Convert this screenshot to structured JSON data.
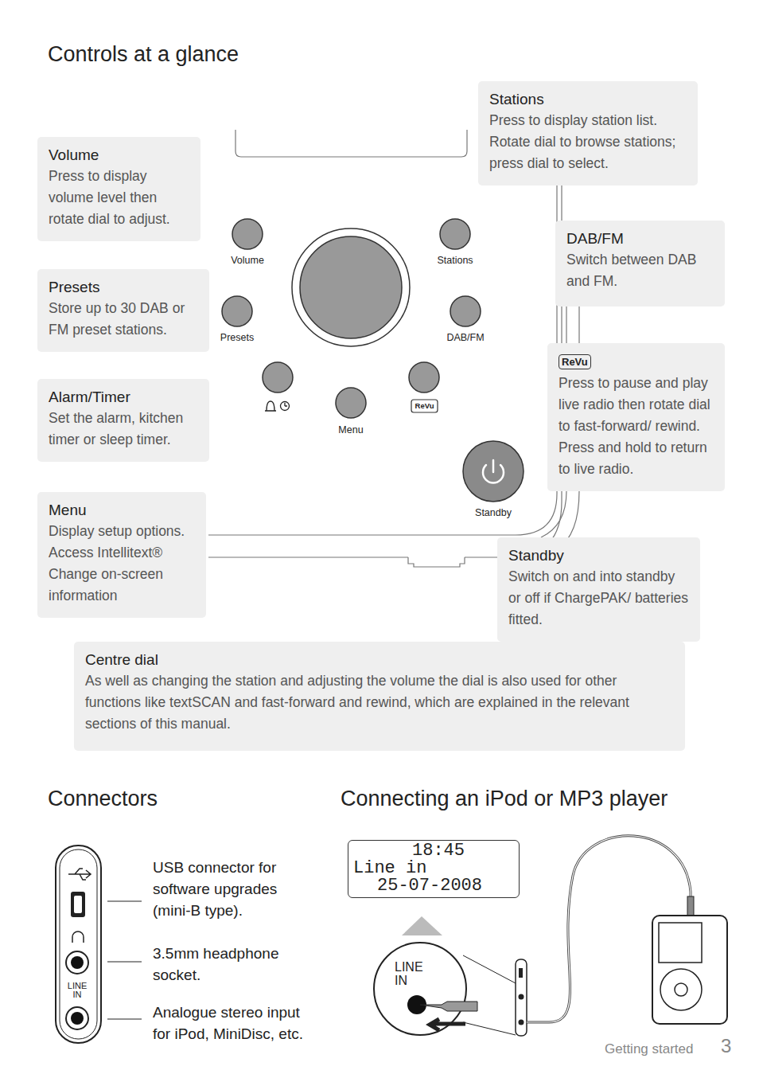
{
  "diagram": {
    "title": "Controls at a glance",
    "nodes": [
      {
        "text": [
          "Volume",
          "Press to display volume level then rotate dial to adjust."
        ]
      },
      {
        "text": [
          "Presets",
          "Store up to 30 DAB or FM preset stations."
        ]
      },
      {
        "text": [
          "Alarm/Timer",
          "Set the alarm, kitchen timer or sleep timer."
        ]
      },
      {
        "text": [
          "Menu",
          "Display setup options. Access Intellitext® Change on-screen information"
        ]
      },
      {
        "text": [
          "Stations",
          "Press to display station list. Rotate dial to browse stations; press dial to select."
        ]
      },
      {
        "text": [
          "DAB/FM",
          "Switch between DAB and FM."
        ]
      },
      {
        "text": [
          "ReVu",
          "Press to pause and play live radio then rotate dial to fast-forward/ rewind. Press and hold to return to live radio."
        ]
      },
      {
        "text": [
          "Standby",
          "Switch on and into standby or off if ChargePAK/ batteries fitted."
        ]
      },
      {
        "text": [
          "Centre dial",
          "As well as changing the station and adjusting the volume the dial is also used for other functions like textSCAN and fast-forward and rewind, which are explained in the relevant sections of this manual."
        ]
      },
      {
        "text": [
          "18:45",
          "Line in",
          "25-07-2008"
        ]
      }
    ],
    "labels": [
      "Volume",
      "Stations",
      "Presets",
      "DAB/FM",
      "ReVu",
      "Menu",
      "Standby",
      "Connectors",
      "Connecting an iPod or MP3 player",
      "USB connector for software upgrades (mini-B type).",
      "3.5mm headphone socket.",
      "LINE IN",
      "Analogue stereo input for iPod, MiniDisc, etc.",
      "LINE IN",
      "Getting started",
      "3"
    ]
  }
}
